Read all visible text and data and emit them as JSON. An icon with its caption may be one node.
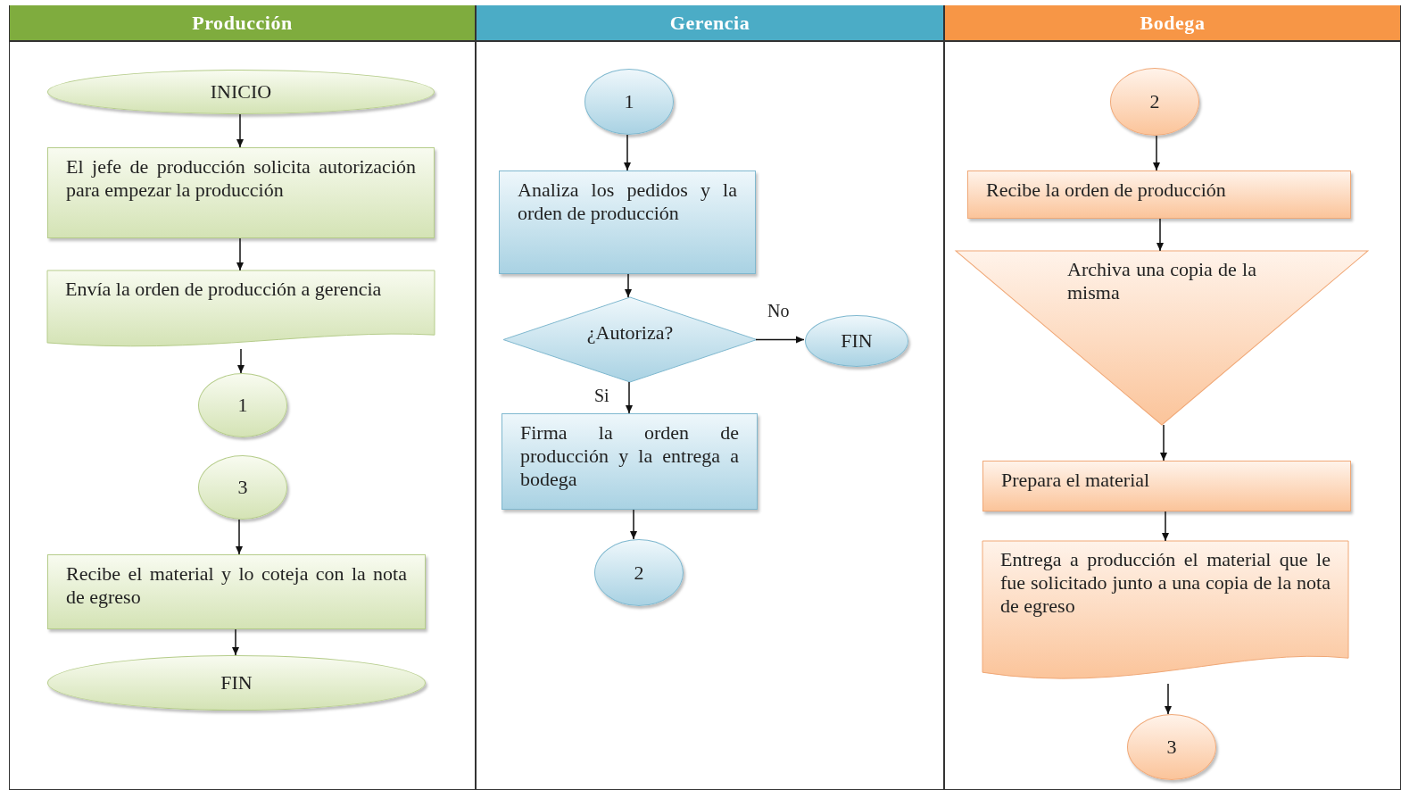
{
  "diagram": {
    "nodes": [
      {
        "text": [
          "Producción"
        ]
      },
      {
        "text": [
          "Gerencia"
        ]
      },
      {
        "text": [
          "Bodega"
        ]
      },
      {
        "text": [
          "INICIO"
        ],
        "in": 0
      },
      {
        "text": [
          "El jefe de producción solicita autorización para empezar la producción"
        ],
        "in": 0
      },
      {
        "text": [
          "Envía la orden de producción a gerencia"
        ],
        "in": 0
      },
      {
        "text": [
          "1"
        ],
        "in": 0
      },
      {
        "text": [
          "3"
        ],
        "in": 0
      },
      {
        "text": [
          "Recibe el material y lo coteja con la nota de egreso"
        ],
        "in": 0
      },
      {
        "text": [
          "FIN"
        ],
        "in": 0
      },
      {
        "text": [
          "1"
        ],
        "in": 1
      },
      {
        "text": [
          "Analiza los pedidos y la orden de producción"
        ],
        "in": 1
      },
      {
        "text": [
          "¿Autoriza?"
        ],
        "in": 1
      },
      {
        "text": [
          "FIN"
        ],
        "in": 1
      },
      {
        "text": [
          "Firma la orden de producción y la entrega a bodega"
        ],
        "in": 1
      },
      {
        "text": [
          "2"
        ],
        "in": 1
      },
      {
        "text": [
          "2"
        ],
        "in": 2
      },
      {
        "text": [
          "Recibe la orden de producción"
        ],
        "in": 2
      },
      {
        "text": [
          "Archiva una copia de la misma"
        ],
        "in": 2
      },
      {
        "text": [
          "Prepara el material"
        ],
        "in": 2
      },
      {
        "text": [
          "Entrega a producción el material que le fue solicitado junto a una copia de la nota de egreso"
        ],
        "in": 2
      },
      {
        "text": [
          "3"
        ],
        "in": 2
      }
    ],
    "edges": [
      {
        "from": 3,
        "to": 4,
        "arrow": "to"
      },
      {
        "from": 4,
        "to": 5,
        "arrow": "to"
      },
      {
        "from": 5,
        "to": 6,
        "arrow": "to"
      },
      {
        "from": 7,
        "to": 8,
        "arrow": "to"
      },
      {
        "from": 8,
        "to": 9,
        "arrow": "to"
      },
      {
        "from": 10,
        "to": 11,
        "arrow": "to"
      },
      {
        "from": 11,
        "to": 12,
        "arrow": "to"
      },
      {
        "from": 12,
        "to": 13,
        "arrow": "to",
        "label": "No"
      },
      {
        "from": 12,
        "to": 14,
        "arrow": "to",
        "label": "Si"
      },
      {
        "from": 14,
        "to": 15,
        "arrow": "to"
      },
      {
        "from": 16,
        "to": 17,
        "arrow": "to"
      },
      {
        "from": 17,
        "to": 18,
        "arrow": "to"
      },
      {
        "from": 18,
        "to": 19,
        "arrow": "to"
      },
      {
        "from": 19,
        "to": 20,
        "arrow": "to"
      },
      {
        "from": 20,
        "to": 21,
        "arrow": "to"
      }
    ]
  }
}
